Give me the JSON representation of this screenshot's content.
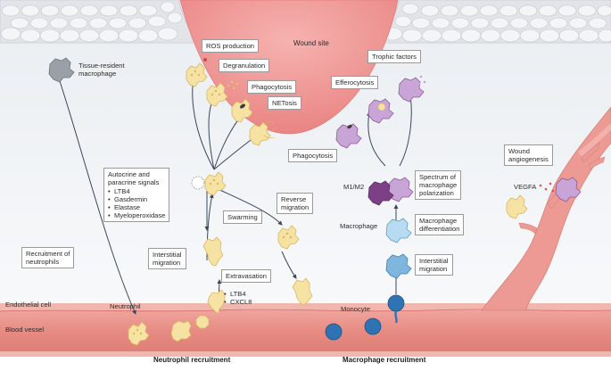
{
  "colors": {
    "tissue": "#eef1f4",
    "skin_cells": "#e7e8ea",
    "wound": "#ee8f8f",
    "vessel": "#e58a84",
    "vessel_light": "#f2b2ac",
    "neutrophil": "#f6e2a2",
    "neutrophil_edge": "#d9b861",
    "macrophage": "#c8a5d6",
    "macrophage_dark": "#7d3f86",
    "monocyte": "#2f73b5",
    "monocyte_light": "#a9d3ee",
    "arrow": "#39475a"
  },
  "labels": {
    "wound_site": "Wound site",
    "tissue_resident": "Tissue-resident\nmacrophage",
    "ros": "ROS production",
    "degranulation": "Degranulation",
    "phagocytosis_n": "Phagocytosis",
    "netosis": "NETosis",
    "autocrine_title": "Autocrine and\nparacrine signals",
    "autocrine_items": [
      "LTB4",
      "Gasdermin",
      "Elastase",
      "Myeloperoxidase"
    ],
    "swarming": "Swarming",
    "reverse_migration": "Reverse\nmigration",
    "interstitial_n": "Interstitial\nmigration",
    "extravasation": "Extravasation",
    "extravasation_items": [
      "LTB4",
      "CXCL8"
    ],
    "recruitment_neutrophils": "Recruitment of\nneutrophils",
    "neutrophil": "Neutrophil",
    "endothelial_cell": "Endothelial cell",
    "blood_vessel": "Blood vessel",
    "trophic_factors": "Trophic factors",
    "efferocytosis": "Efferocytosis",
    "phagocytosis_m": "Phagocytosis",
    "m1m2": "M1/M2",
    "spectrum": "Spectrum of\nmacrophage\npolarization",
    "macrophage": "Macrophage",
    "macrophage_diff": "Macrophage\ndifferentiation",
    "interstitial_m": "Interstitial\nmigration",
    "monocyte": "Monocyte",
    "wound_angiogenesis": "Wound\nangiogenesis",
    "vegfa": "VEGFA",
    "neutrophil_recruitment": "Neutrophil recruitment",
    "macrophage_recruitment": "Macrophage recruitment"
  }
}
